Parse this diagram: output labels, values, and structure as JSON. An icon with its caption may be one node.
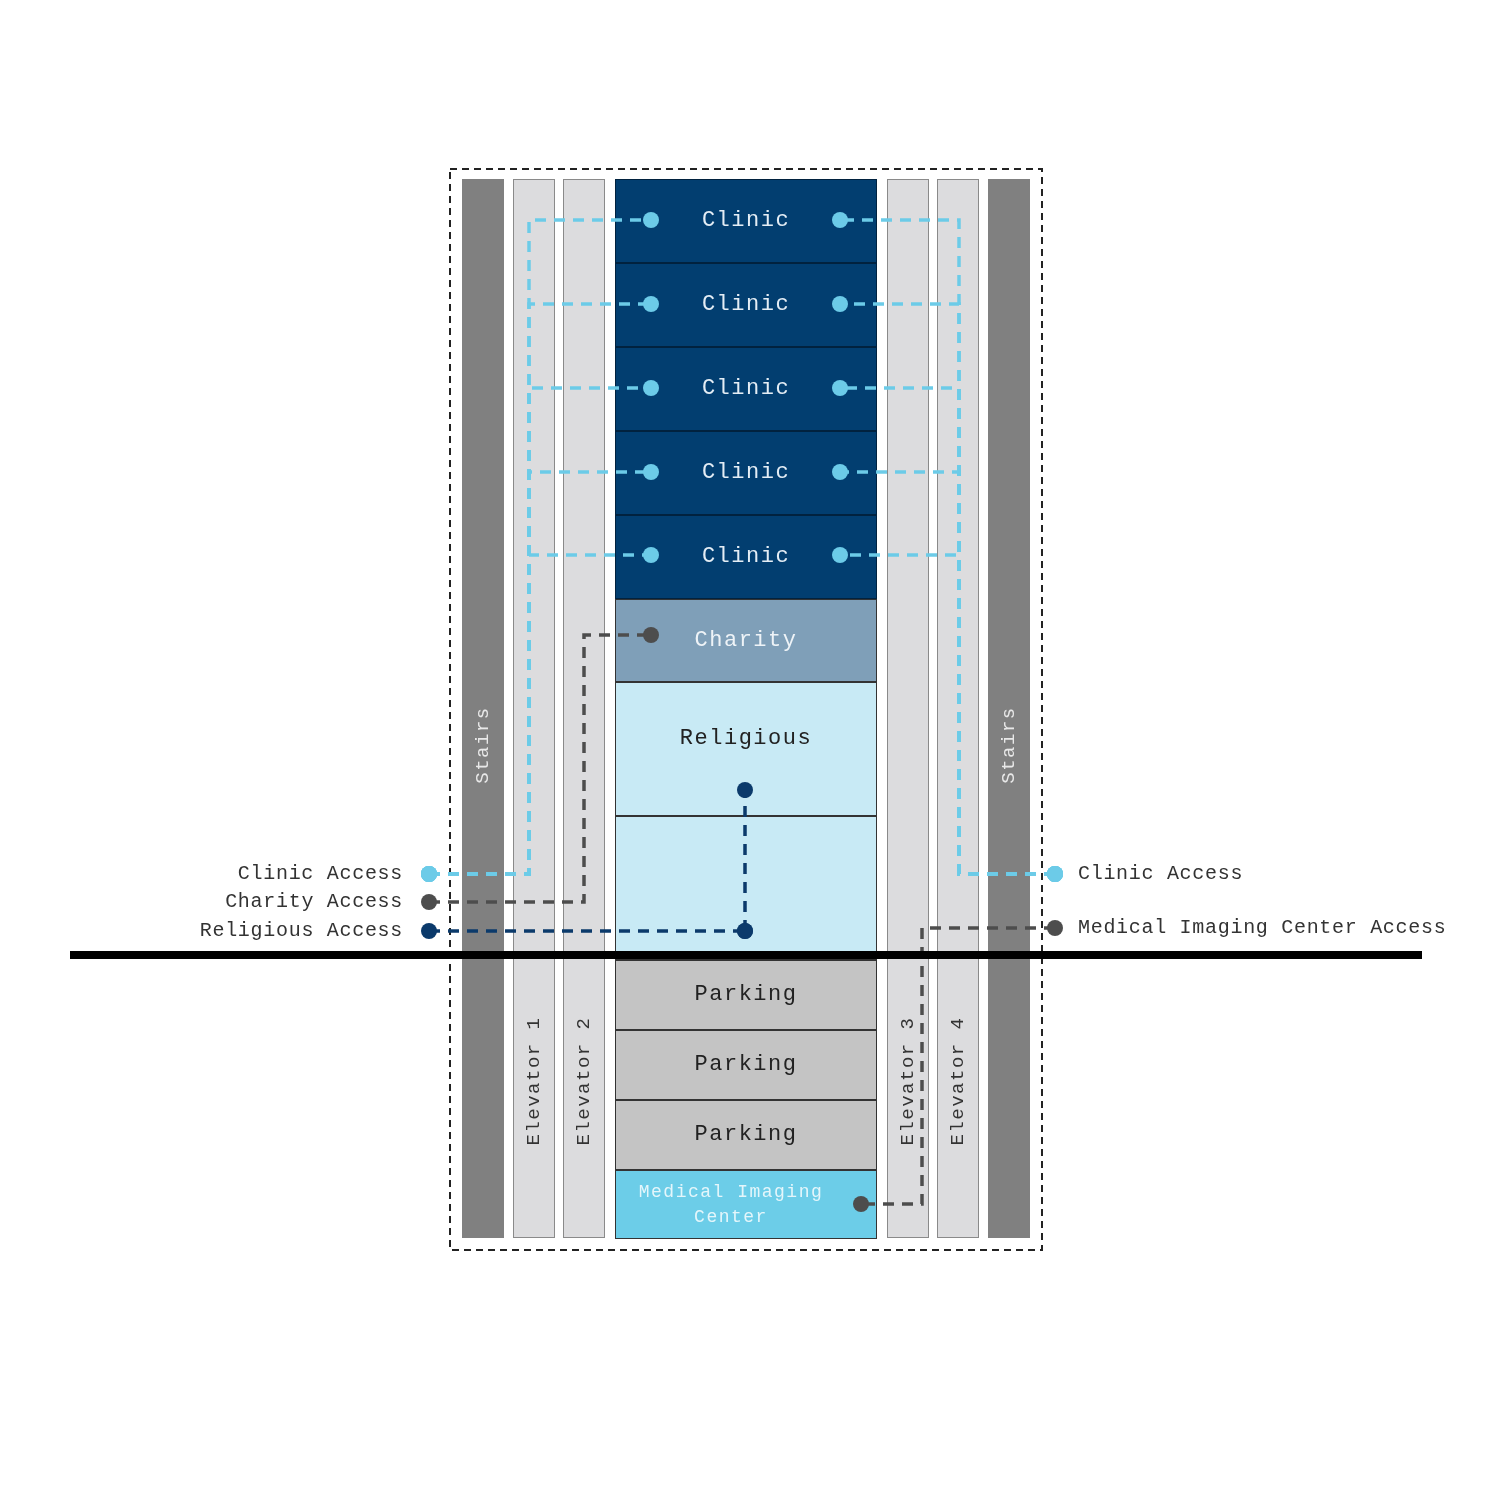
{
  "diagram": {
    "nodes": [
      {
        "text": [
          "Clinic"
        ]
      },
      {
        "text": [
          "Clinic"
        ]
      },
      {
        "text": [
          "Clinic"
        ]
      },
      {
        "text": [
          "Clinic"
        ]
      },
      {
        "text": [
          "Clinic"
        ]
      },
      {
        "text": [
          "Charity"
        ]
      },
      {
        "text": [
          "Religious"
        ]
      },
      {
        "text": [],
        "shape": "box"
      },
      {
        "text": [
          "Parking"
        ]
      },
      {
        "text": [
          "Parking"
        ]
      },
      {
        "text": [
          "Parking"
        ]
      },
      {
        "text": [
          "Medical Imaging Center"
        ]
      },
      {
        "text": [
          "Clinic Access"
        ]
      },
      {
        "text": [
          "Charity Access"
        ]
      },
      {
        "text": [
          "Religious Access"
        ]
      },
      {
        "text": [
          "Clinic Access"
        ]
      },
      {
        "text": [
          "Medical Imaging Center Access"
        ]
      }
    ],
    "edges": [
      {
        "from": 12,
        "to": 0,
        "arrow": "other",
        "style": "dashed"
      },
      {
        "from": 12,
        "to": 1,
        "arrow": "other",
        "style": "dashed"
      },
      {
        "from": 12,
        "to": 2,
        "arrow": "other",
        "style": "dashed"
      },
      {
        "from": 12,
        "to": 3,
        "arrow": "other",
        "style": "dashed"
      },
      {
        "from": 12,
        "to": 4,
        "arrow": "other",
        "style": "dashed"
      },
      {
        "from": 15,
        "to": 0,
        "arrow": "other",
        "style": "dashed"
      },
      {
        "from": 15,
        "to": 1,
        "arrow": "other",
        "style": "dashed"
      },
      {
        "from": 15,
        "to": 2,
        "arrow": "other",
        "style": "dashed"
      },
      {
        "from": 15,
        "to": 3,
        "arrow": "other",
        "style": "dashed"
      },
      {
        "from": 15,
        "to": 4,
        "arrow": "other",
        "style": "dashed"
      },
      {
        "from": 13,
        "to": 5,
        "arrow": "other",
        "style": "dashed",
        "color": "#4d4d4d"
      },
      {
        "from": 14,
        "to": 7,
        "arrow": "other",
        "style": "dashed",
        "color": "#0b3a6b"
      },
      {
        "from": 7,
        "to": 6,
        "arrow": "other",
        "style": "dashed",
        "color": "#0b3a6b"
      },
      {
        "from": 16,
        "to": 11,
        "arrow": "other",
        "style": "dashed",
        "color": "#4d4d4d"
      }
    ],
    "labels": [
      "Stairs",
      "Elevator 1",
      "Elevator 2",
      "Elevator 3",
      "Elevator 4",
      "Stairs"
    ]
  }
}
